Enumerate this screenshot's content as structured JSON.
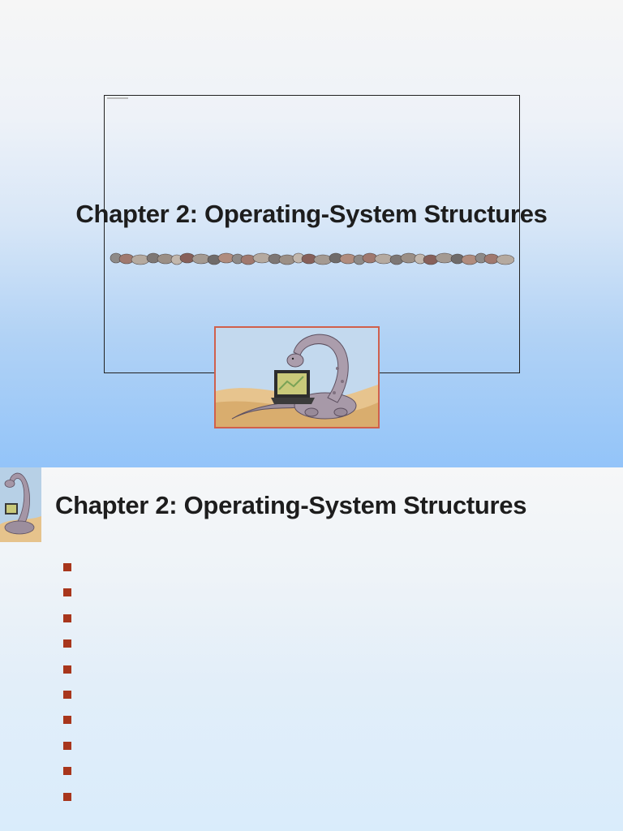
{
  "slide1": {
    "title": "Chapter 2:  Operating-System Structures",
    "illustration": "dinosaur-with-laptop",
    "divider": "pebble-row"
  },
  "slide2": {
    "title": "Chapter 2:  Operating-System Structures",
    "corner_illustration": "dinosaur",
    "bullet_color": "#a8361c",
    "bullets": [
      "",
      "",
      "",
      "",
      "",
      "",
      "",
      "",
      "",
      ""
    ]
  }
}
